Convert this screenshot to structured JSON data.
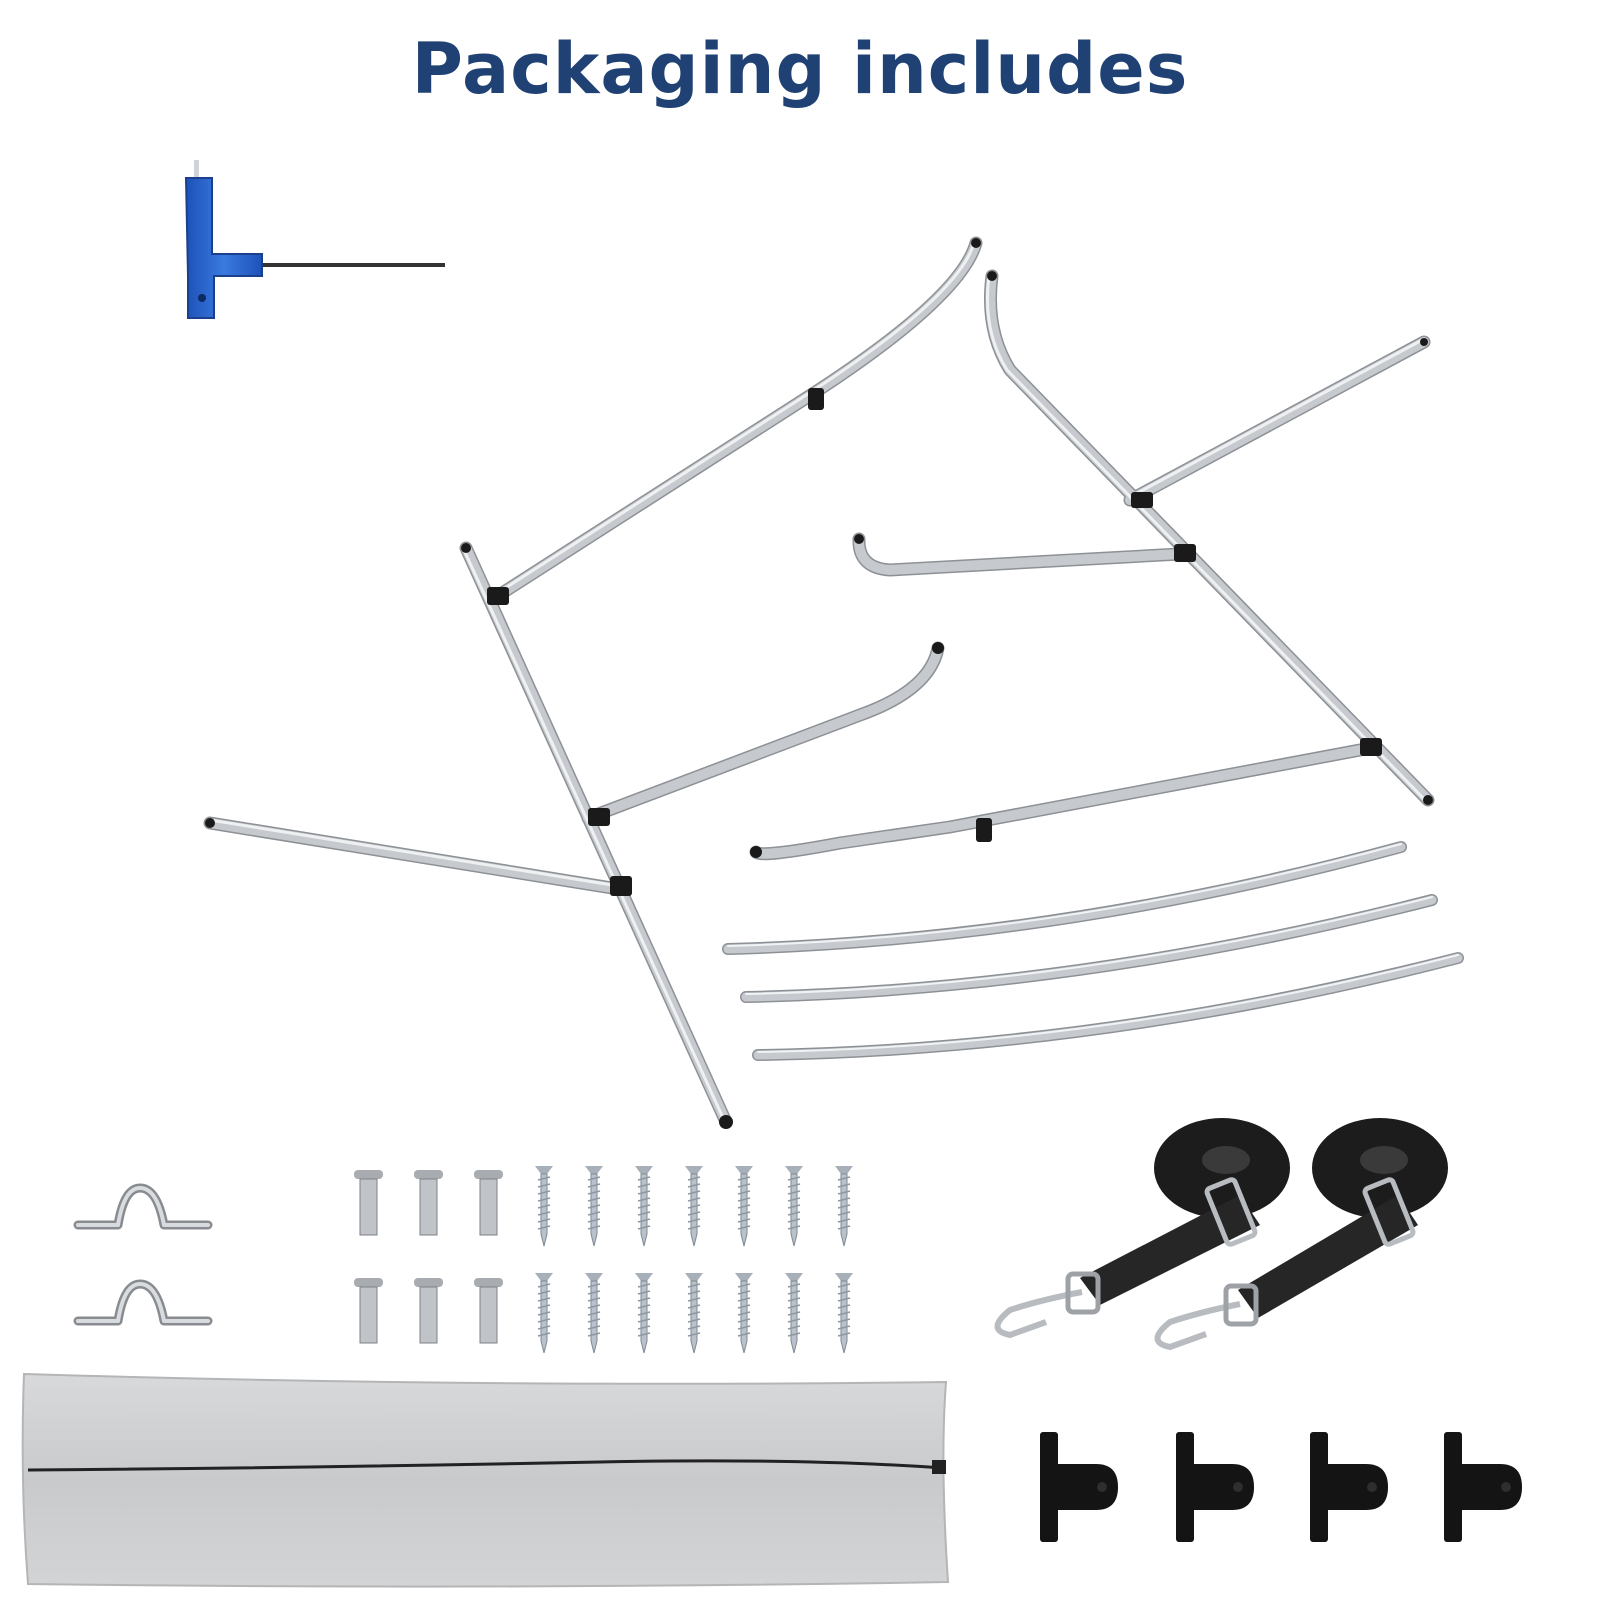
{
  "title": "Packaging includes",
  "colors": {
    "title": "#1f4173",
    "wrench_handle": "#2563c9",
    "pole": "#bfc3c7",
    "clip": "#1a1a1a",
    "strap": "#1c1c1c",
    "bag": "#cfd0d2"
  },
  "items": [
    {
      "name": "t-handle-hex-wrench-icon",
      "count": 1
    },
    {
      "name": "bimini-frame-poles-icon",
      "count": 1
    },
    {
      "name": "curved-support-bows-icon",
      "count": 3
    },
    {
      "name": "eye-strap-icon",
      "count": 2
    },
    {
      "name": "machine-screw-icon",
      "count": 6
    },
    {
      "name": "self-tapping-screw-icon",
      "count": 14
    },
    {
      "name": "tie-down-strap-icon",
      "count": 2
    },
    {
      "name": "storage-bag-icon",
      "count": 1
    },
    {
      "name": "deck-hinge-mount-icon",
      "count": 4
    }
  ]
}
